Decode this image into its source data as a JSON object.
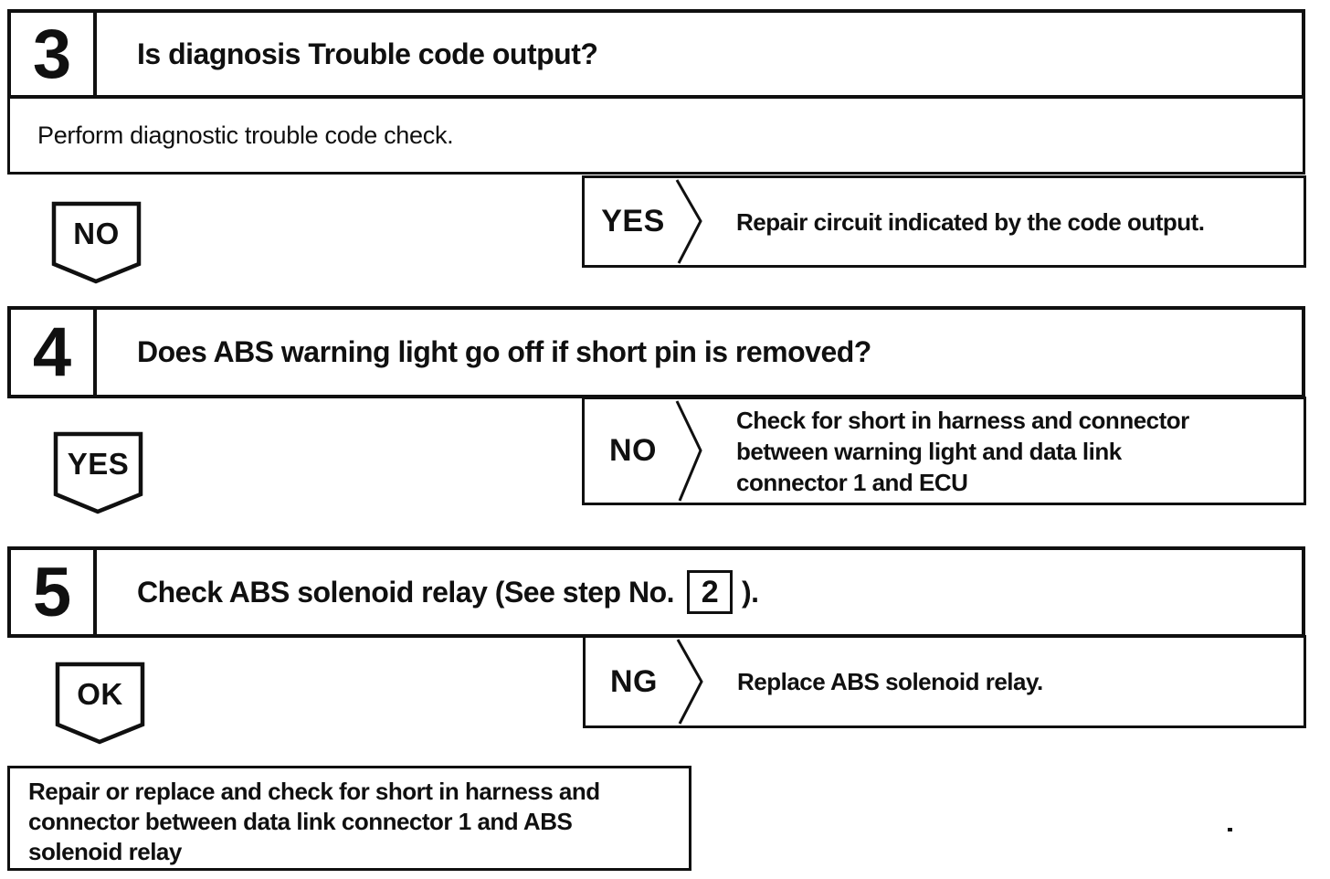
{
  "page": {
    "background": "#ffffff",
    "ink": "#101010"
  },
  "steps": [
    {
      "number": "3",
      "question": "Is diagnosis Trouble code output?",
      "action": "Perform diagnostic trouble code check.",
      "exit_label": "NO",
      "branch": {
        "label": "YES",
        "lines": [
          "Repair circuit indicated by the code output."
        ]
      }
    },
    {
      "number": "4",
      "question": "Does ABS warning light go off if short pin is removed?",
      "exit_label": "YES",
      "branch": {
        "label": "NO",
        "lines": [
          "Check for short in harness and connector",
          "between warning light and data link",
          "connector 1 and ECU"
        ]
      }
    },
    {
      "number": "5",
      "question_prefix": "Check ABS solenoid relay (See step No.",
      "step_ref": "2",
      "question_suffix": ").",
      "exit_label": "OK",
      "branch": {
        "label": "NG",
        "lines": [
          "Replace ABS solenoid relay."
        ]
      }
    }
  ],
  "result": {
    "lines": [
      "Repair or replace and check for short in harness and",
      "connector between data link connector 1 and ABS",
      "solenoid relay"
    ]
  }
}
